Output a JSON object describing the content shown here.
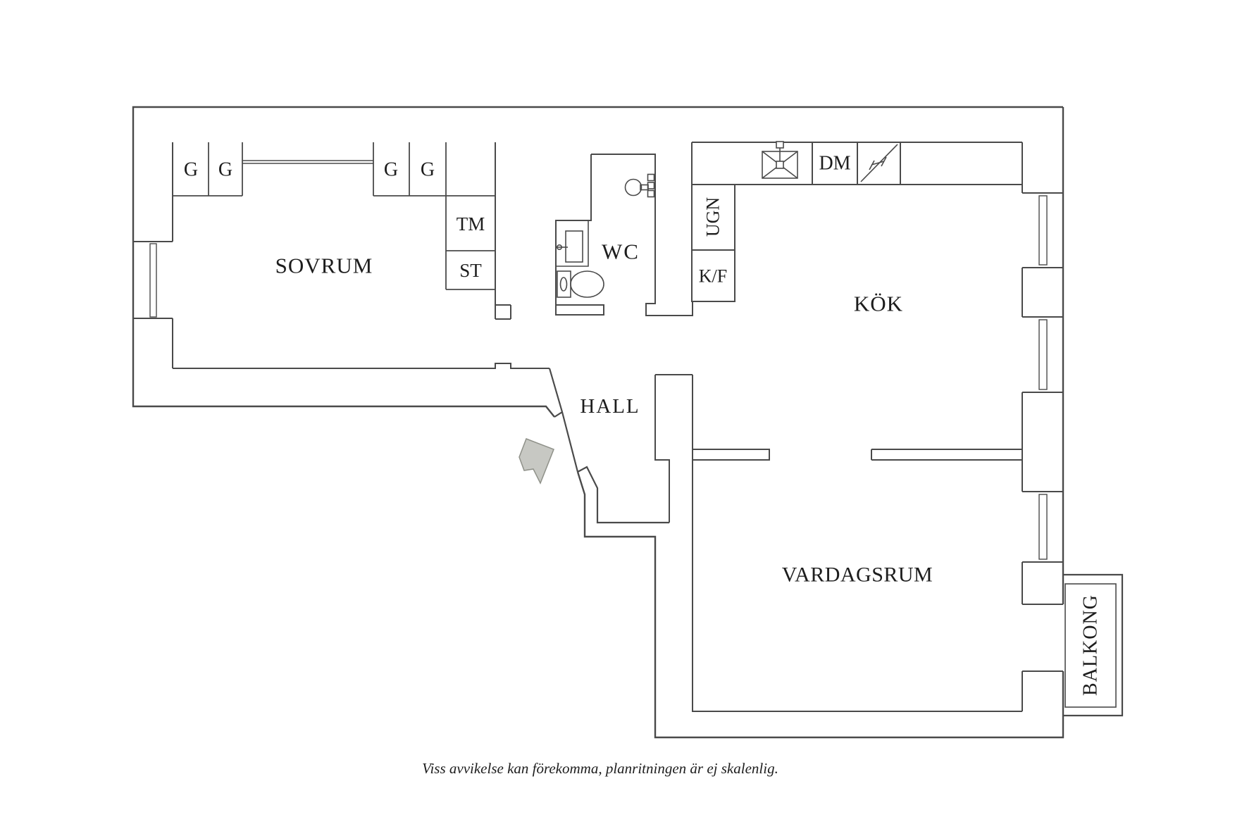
{
  "floorplan": {
    "rooms": {
      "sovrum": "SOVRUM",
      "wc": "WC",
      "kok": "KÖK",
      "hall": "HALL",
      "vardagsrum": "VARDAGSRUM",
      "balkong": "BALKONG"
    },
    "storage": {
      "g": "G",
      "tm": "TM",
      "st": "ST"
    },
    "appliances": {
      "ugn": "UGN",
      "kf": "K/F",
      "dm": "DM"
    },
    "icons": {
      "kitchen_sink": "sink-icon",
      "stove": "stove-icon",
      "toilet": "toilet-icon",
      "vanity_sink": "vanity-sink-icon",
      "washbasin": "washbasin-icon",
      "entrance_arrow": "entrance-arrow-icon",
      "windows": "window-icon",
      "wardrobe_rail": "wardrobe-rail-icon"
    },
    "caption": "Viss avvikelse kan förekomma, planritningen är ej skalenlig.",
    "colors": {
      "line": "#4a4a4a",
      "text": "#1d1d1d",
      "arrow_fill": "#c7c8c3",
      "arrow_stroke": "#8f9189",
      "background": "#ffffff"
    }
  }
}
